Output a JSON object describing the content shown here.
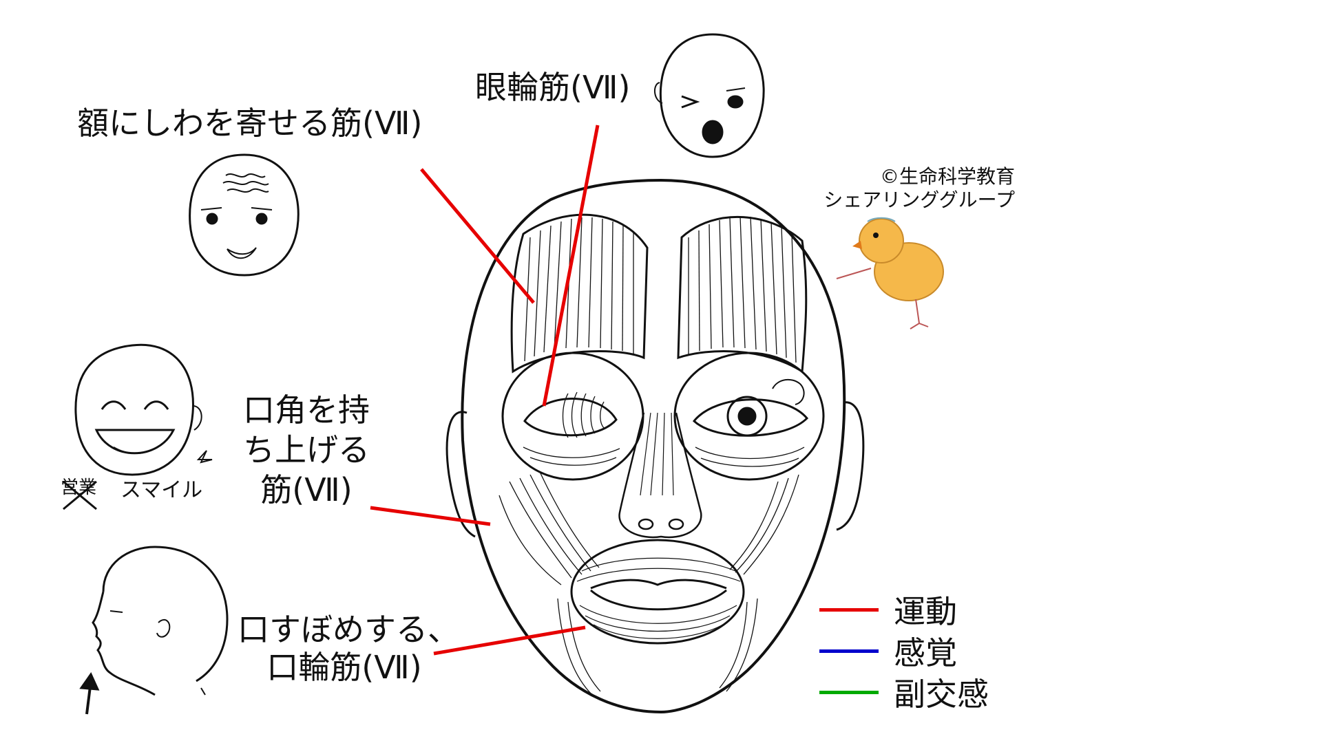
{
  "labels": {
    "frontalis": "額にしわを寄せる筋(Ⅶ)",
    "orbicularis_oculi": "眼輪筋(Ⅶ)",
    "zygomaticus": [
      "口角を持",
      "ち上げる",
      "筋(Ⅶ)"
    ],
    "orbicularis_oris": [
      "口すぼめする、",
      "口輪筋(Ⅶ)"
    ]
  },
  "credit": [
    "©生命科学教育",
    "シェアリンググループ"
  ],
  "cartoon": {
    "smile_text": "スマイル",
    "crossed_text": "営業"
  },
  "legend": [
    {
      "label": "運動",
      "color": "#e60000"
    },
    {
      "label": "感覚",
      "color": "#0000cc"
    },
    {
      "label": "副交感",
      "color": "#00aa00"
    }
  ],
  "colors": {
    "leader_line": "#e60000",
    "ink": "#111111",
    "chick": "#f5b84a"
  }
}
